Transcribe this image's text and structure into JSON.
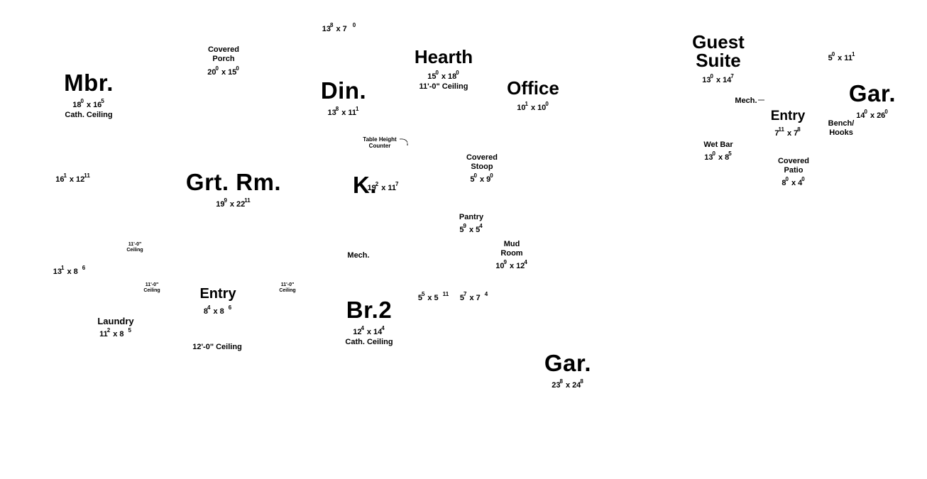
{
  "colors": {
    "background": "#ffffff",
    "text": "#000000"
  },
  "rooms": {
    "mbr": {
      "name": "Mbr.",
      "w": "18",
      "wi": "0",
      "d": "16",
      "di": "5",
      "note": "Cath. Ceiling"
    },
    "covered_porch": {
      "name": "Covered\nPorch",
      "w": "20",
      "wi": "0",
      "d": "15",
      "di": "0"
    },
    "top_dim": {
      "w": "13",
      "wi": "8",
      "d": "7",
      "di": "0"
    },
    "din": {
      "name": "Din.",
      "w": "13",
      "wi": "8",
      "d": "11",
      "di": "1"
    },
    "hearth": {
      "name": "Hearth",
      "w": "15",
      "wi": "0",
      "d": "18",
      "di": "0",
      "note": "11'-0\" Ceiling"
    },
    "office": {
      "name": "Office",
      "w": "10",
      "wi": "1",
      "d": "10",
      "di": "0"
    },
    "guest_suite": {
      "name": "Guest\nSuite",
      "w": "13",
      "wi": "0",
      "d": "14",
      "di": "7"
    },
    "gar_right": {
      "name": "Gar.",
      "w": "14",
      "wi": "0",
      "d": "26",
      "di": "0"
    },
    "right_top_dim": {
      "w": "5",
      "wi": "0",
      "d": "11",
      "di": "1"
    },
    "mech_right": {
      "name": "Mech."
    },
    "entry_right": {
      "name": "Entry",
      "w": "7",
      "wi": "11",
      "d": "7",
      "di": "8"
    },
    "bench_hooks": {
      "name": "Bench/\nHooks"
    },
    "wet_bar": {
      "name": "Wet Bar",
      "w": "13",
      "wi": "0",
      "d": "8",
      "di": "5"
    },
    "covered_patio": {
      "name": "Covered\nPatio",
      "w": "8",
      "wi": "0",
      "d": "4",
      "di": "0"
    },
    "table_counter": {
      "name": "Table Height\nCounter"
    },
    "covered_stoop": {
      "name": "Covered\nStoop",
      "w": "5",
      "wi": "0",
      "d": "9",
      "di": "0"
    },
    "left_dim": {
      "w": "16",
      "wi": "1",
      "d": "12",
      "di": "11"
    },
    "grt_rm": {
      "name": "Grt. Rm.",
      "w": "19",
      "wi": "9",
      "d": "22",
      "di": "11"
    },
    "kitchen": {
      "name": "K.",
      "w": "19",
      "wi": "2",
      "d": "11",
      "di": "7"
    },
    "pantry": {
      "name": "Pantry",
      "w": "5",
      "wi": "9",
      "d": "5",
      "di": "4"
    },
    "mud_room": {
      "name": "Mud\nRoom",
      "w": "10",
      "wi": "9",
      "d": "12",
      "di": "4"
    },
    "mech_center": {
      "name": "Mech."
    },
    "ceil_note_1": {
      "name": "11'-0\"\nCeiling"
    },
    "ceil_note_2": {
      "name": "11'-0\"\nCeiling"
    },
    "ceil_note_3": {
      "name": "11'-0\"\nCeiling"
    },
    "left_mid_dim": {
      "w": "13",
      "wi": "1",
      "d": "8",
      "di": "6"
    },
    "entry_main": {
      "name": "Entry",
      "w": "8",
      "wi": "4",
      "d": "8",
      "di": "6"
    },
    "laundry": {
      "name": "Laundry",
      "w": "11",
      "wi": "2",
      "d": "8",
      "di": "5"
    },
    "ceiling_12": {
      "name": "12'-0\" Ceiling"
    },
    "br2": {
      "name": "Br.2",
      "w": "12",
      "wi": "4",
      "d": "14",
      "di": "4",
      "note": "Cath. Ceiling"
    },
    "bath_dim_1": {
      "w": "5",
      "wi": "5",
      "d": "5",
      "di": "11"
    },
    "bath_dim_2": {
      "w": "5",
      "wi": "7",
      "d": "7",
      "di": "4"
    },
    "gar_main": {
      "name": "Gar.",
      "w": "23",
      "wi": "8",
      "d": "24",
      "di": "8"
    }
  }
}
